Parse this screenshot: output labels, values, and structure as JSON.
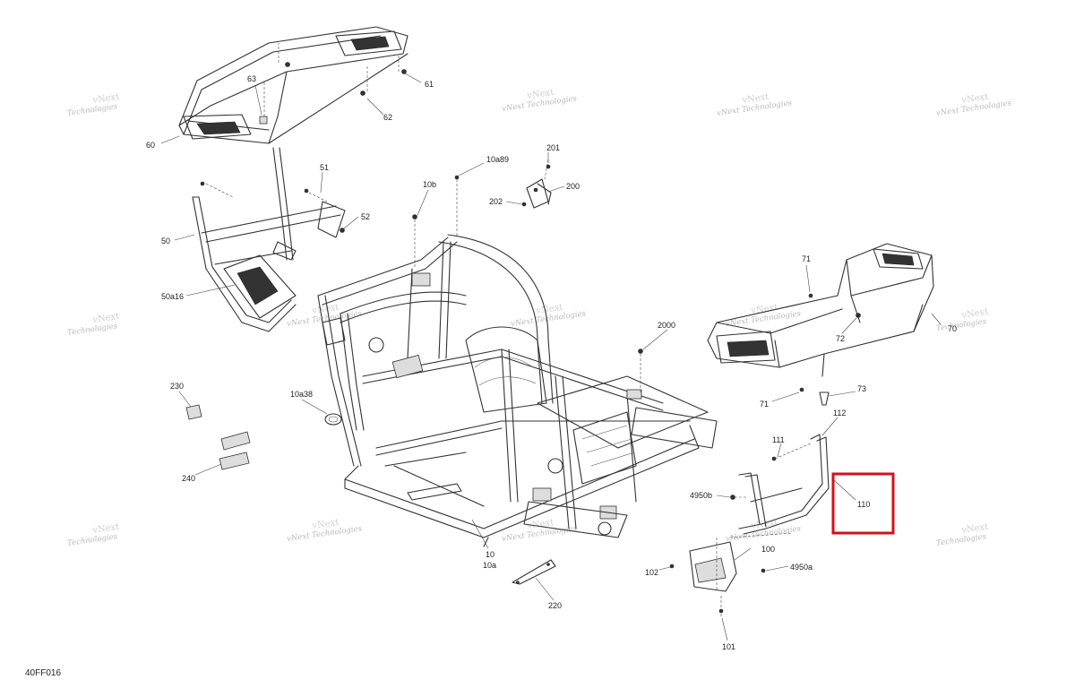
{
  "diagram_code": "40FF016",
  "watermark": {
    "line1": "vNext",
    "line2": "Technologies",
    "full": "vNext Technologies"
  },
  "highlight": {
    "label": "110",
    "color": "#d0121b"
  },
  "callouts": {
    "c60": "60",
    "c61": "61",
    "c62": "62",
    "c63": "63",
    "c10a89": "10a89",
    "c201": "201",
    "c200": "200",
    "c202": "202",
    "c10b": "10b",
    "c51": "51",
    "c52": "52",
    "c50": "50",
    "c50a16": "50a16",
    "c71a": "71",
    "c72": "72",
    "c70": "70",
    "c71b": "71",
    "c73": "73",
    "c2000": "2000",
    "c112": "112",
    "c111": "111",
    "c4950b": "4950b",
    "c230": "230",
    "c10a38": "10a38",
    "c240": "240",
    "c100": "100",
    "c102": "102",
    "c4950a": "4950a",
    "c101": "101",
    "c10": "10",
    "c10a": "10a",
    "c220": "220"
  }
}
